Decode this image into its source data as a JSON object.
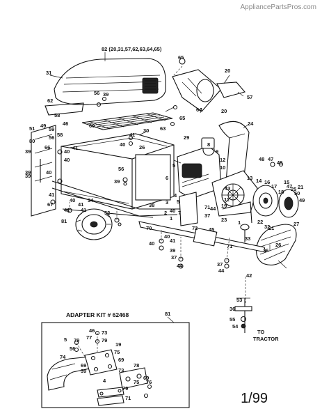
{
  "watermark": "AppliancePartsPros.com",
  "page_number": "1/99",
  "adapter_kit": {
    "title": "ADAPTER KIT # 62468",
    "ref": "81"
  },
  "tractor_label": [
    "TO",
    "TRACTOR"
  ],
  "assembly_ref": "82 (20,31,57,62,63,64,65)",
  "callouts": [
    "65",
    "31",
    "20",
    "56",
    "39",
    "62",
    "57",
    "64",
    "20",
    "58",
    "60",
    "30",
    "63",
    "65",
    "24",
    "51",
    "49",
    "59",
    "46",
    "80",
    "56",
    "58",
    "40",
    "41",
    "26",
    "29",
    "39",
    "40",
    "40",
    "41",
    "39",
    "66",
    "40",
    "8",
    "9",
    "12",
    "10",
    "48",
    "47",
    "49",
    "56",
    "6",
    "39",
    "39",
    "5",
    "43",
    "11",
    "13",
    "14",
    "16",
    "17",
    "18",
    "15",
    "47",
    "25",
    "21",
    "50",
    "49",
    "40",
    "41",
    "34",
    "41",
    "52",
    "38",
    "3",
    "5",
    "4",
    "2",
    "7",
    "71",
    "37",
    "44",
    "22",
    "32",
    "19",
    "23",
    "40",
    "1",
    "72",
    "45",
    "33",
    "81",
    "41",
    "67",
    "41",
    "70",
    "40",
    "41",
    "40",
    "39",
    "37",
    "44",
    "71",
    "36",
    "37",
    "44",
    "42",
    "53",
    "36",
    "55",
    "54",
    "1",
    "21",
    "27",
    "26",
    "46",
    "77",
    "73",
    "79",
    "75",
    "5",
    "79",
    "19",
    "56",
    "74",
    "78",
    "69",
    "39",
    "4",
    "69",
    "73",
    "69",
    "75",
    "79",
    "71",
    "76",
    "9"
  ]
}
